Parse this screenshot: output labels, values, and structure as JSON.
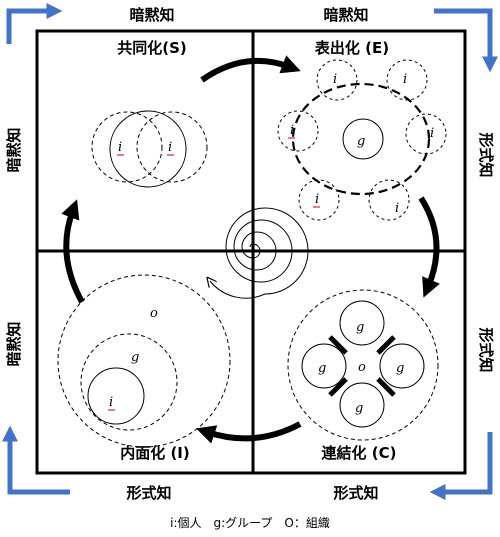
{
  "edges": {
    "top_left": "暗黙知",
    "top_right": "暗黙知",
    "left_top": "暗黙知",
    "left_bottom": "暗黙知",
    "right_top": "形式知",
    "right_bottom": "形式知",
    "bottom_left": "形式知",
    "bottom_right": "形式知"
  },
  "quadrants": {
    "socialization": "共同化(S)",
    "externalization": "表出化 (E)",
    "combination": "連結化 (C)",
    "internalization": "内面化 (I)"
  },
  "symbols": {
    "individual": "i",
    "group": "g",
    "organization": "o"
  },
  "legend": "i:個人　g:グループ　O：組織",
  "colors": {
    "arrow_blue": "#4472c4",
    "line": "#000000",
    "misspell": "#c00000"
  }
}
